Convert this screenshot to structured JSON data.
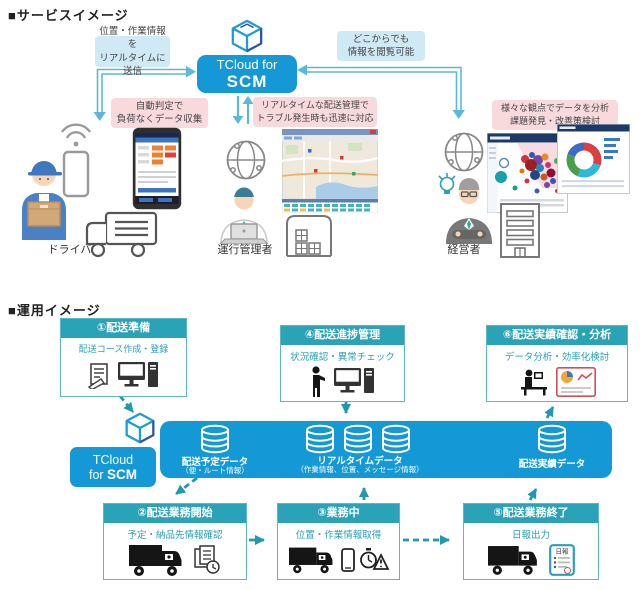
{
  "service": {
    "heading": "■サービスイメージ",
    "cloud": {
      "line1": "TCloud for",
      "line2": "SCM"
    },
    "callout_left": {
      "line1": "位置・作業情報を",
      "line2": "リアルタイムに送信"
    },
    "callout_right": {
      "line1": "どこからでも",
      "line2": "情報を閲覧可能"
    },
    "highlight_driver": {
      "line1": "自動判定で",
      "line2": "負荷なくデータ収集"
    },
    "highlight_manager": {
      "line1": "リアルタイムな配送管理で",
      "line2": "トラブル発生時も迅速に対応"
    },
    "highlight_executive": {
      "line1": "様々な観点でデータを分析",
      "line2": "課題発見・改善策検討"
    },
    "actor_driver": "ドライバー",
    "actor_manager": "運行管理者",
    "actor_executive": "経営者"
  },
  "operation": {
    "heading": "■運用イメージ",
    "steps": {
      "s1": {
        "title": "①配送準備",
        "desc": "配送コース作成・登録"
      },
      "s2": {
        "title": "②配送業務開始",
        "desc": "予定・納品先情報確認"
      },
      "s3": {
        "title": "③業務中",
        "desc": "位置・作業情報取得"
      },
      "s4": {
        "title": "④配送進捗管理",
        "desc": "状況確認・異常チェック"
      },
      "s5": {
        "title": "⑤配送業務終了",
        "desc": "日報出力"
      },
      "s6": {
        "title": "⑥配送実績確認・分析",
        "desc": "データ分析・効率化検討"
      }
    },
    "platform": {
      "line1": "TCloud",
      "line2_prefix": "for ",
      "line2_bold": "SCM"
    },
    "db_plan": {
      "name": "配送予定データ",
      "sub": "（便・ルート情報）"
    },
    "db_realtime": {
      "name": "リアルタイムデータ",
      "sub": "（作業情報、位置、メッセージ情報）"
    },
    "db_result": {
      "name": "配送実績データ"
    },
    "report_label": "日報"
  },
  "colors": {
    "brand_blue": "#1499d6",
    "teal_header": "#2ba3b7",
    "arrow_top": "#5cb8d8",
    "arrow_bottom": "#1f98b0",
    "pink": "#f8d9dc",
    "light_blue": "#cfeaf5"
  }
}
